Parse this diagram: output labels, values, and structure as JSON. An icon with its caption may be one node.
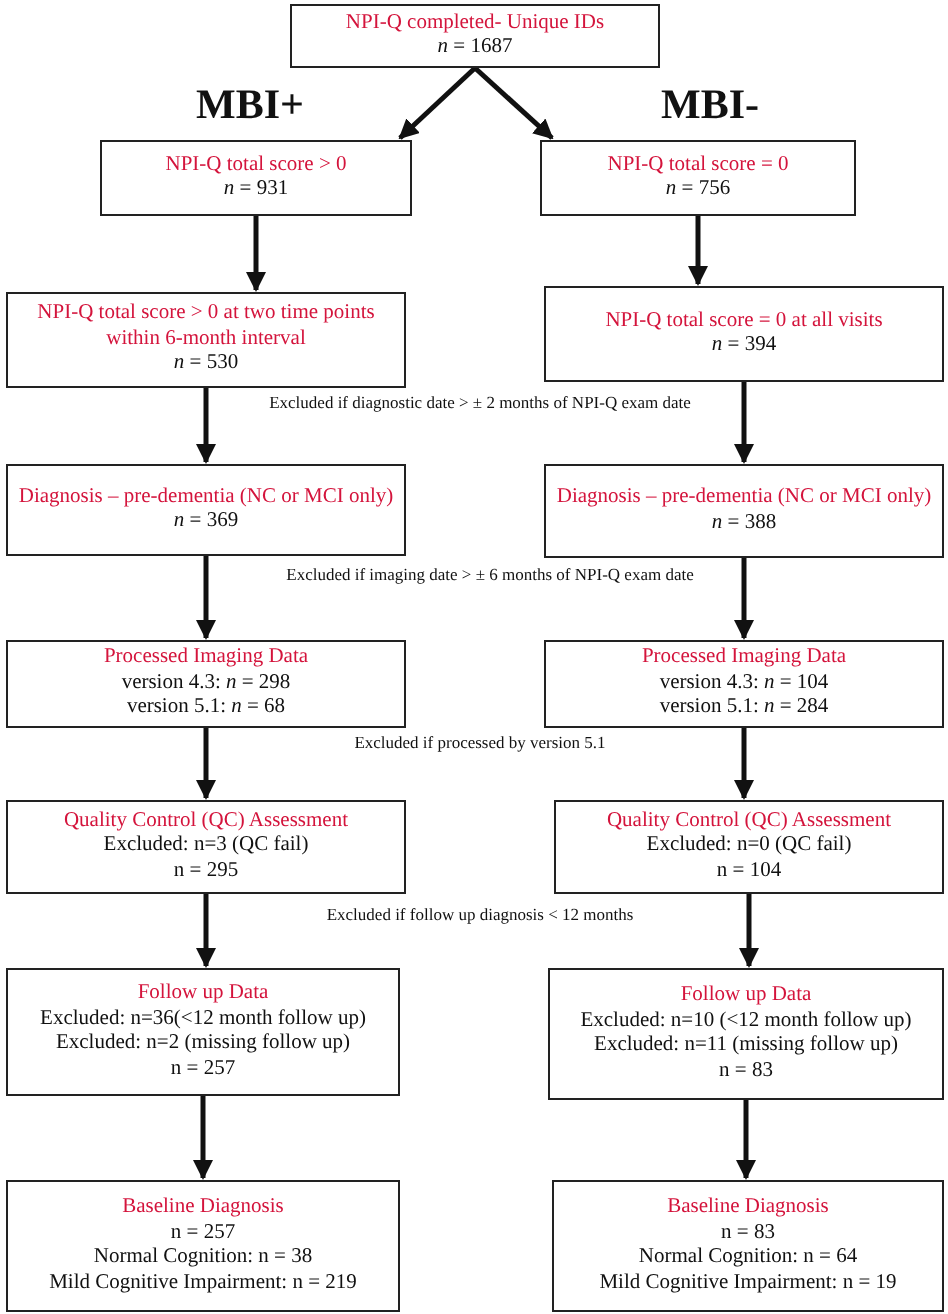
{
  "diagram": {
    "nodes": [
      {
        "text": [
          "NPI-Q completed- Unique IDs",
          "*n* = 1687"
        ]
      },
      {
        "text": [
          "NPI-Q total score > 0",
          "*n* = 931"
        ]
      },
      {
        "text": [
          "NPI-Q total score = 0",
          "*n* = 756"
        ]
      },
      {
        "text": [
          "NPI-Q total score > 0 at two time points within 6-month interval",
          "*n* = 530"
        ]
      },
      {
        "text": [
          "NPI-Q total score = 0 at all visits",
          "*n* = 394"
        ]
      },
      {
        "text": [
          "Diagnosis – pre-dementia (NC or MCI only)",
          "*n* = 369"
        ]
      },
      {
        "text": [
          "Diagnosis – pre-dementia (NC or MCI only)",
          "*n* = 388"
        ]
      },
      {
        "text": [
          "Processed Imaging Data",
          "version 4.3: *n* = 298",
          "version 5.1: *n* = 68"
        ]
      },
      {
        "text": [
          "Processed Imaging Data",
          "version 4.3: *n* = 104",
          "version 5.1: *n* = 284"
        ]
      },
      {
        "text": [
          "Quality Control (QC) Assessment",
          "Excluded: n=3 (QC fail)",
          "n = 295"
        ]
      },
      {
        "text": [
          "Quality Control (QC) Assessment",
          "Excluded: n=0 (QC fail)",
          "n = 104"
        ]
      },
      {
        "text": [
          "Follow up Data",
          "Excluded: n=36(<12 month follow up)",
          "Excluded: n=2 (missing follow up)",
          "n = 257"
        ]
      },
      {
        "text": [
          "Follow up Data",
          "Excluded: n=10 (<12 month follow up)",
          "Excluded: n=11 (missing follow up)",
          "n = 83"
        ]
      },
      {
        "text": [
          "Baseline Diagnosis",
          "n = 257",
          "Normal Cognition: n = 38",
          "Mild Cognitive Impairment: n = 219"
        ]
      },
      {
        "text": [
          "Baseline Diagnosis",
          "n = 83",
          "Normal Cognition: n = 64",
          "Mild Cognitive Impairment: n = 19"
        ]
      }
    ],
    "edges": [
      {
        "from": 0,
        "to": 1,
        "arrow": "to"
      },
      {
        "from": 0,
        "to": 2,
        "arrow": "to"
      },
      {
        "from": 1,
        "to": 3,
        "arrow": "to"
      },
      {
        "from": 2,
        "to": 4,
        "arrow": "to"
      },
      {
        "from": 3,
        "to": 5,
        "arrow": "to"
      },
      {
        "from": 4,
        "to": 6,
        "arrow": "to"
      },
      {
        "from": 5,
        "to": 7,
        "arrow": "to"
      },
      {
        "from": 6,
        "to": 8,
        "arrow": "to"
      },
      {
        "from": 7,
        "to": 9,
        "arrow": "to"
      },
      {
        "from": 8,
        "to": 10,
        "arrow": "to"
      },
      {
        "from": 9,
        "to": 11,
        "arrow": "to"
      },
      {
        "from": 10,
        "to": 12,
        "arrow": "to"
      },
      {
        "from": 11,
        "to": 13,
        "arrow": "to"
      },
      {
        "from": 12,
        "to": 14,
        "arrow": "to"
      }
    ],
    "labels": [
      "MBI+",
      "MBI-",
      "Excluded if diagnostic date > ± 2 months of NPI-Q exam date",
      "Excluded if imaging date > ± 6 months of NPI-Q exam date",
      "Excluded if processed by version 5.1",
      "Excluded if follow up diagnosis < 12 months"
    ]
  }
}
